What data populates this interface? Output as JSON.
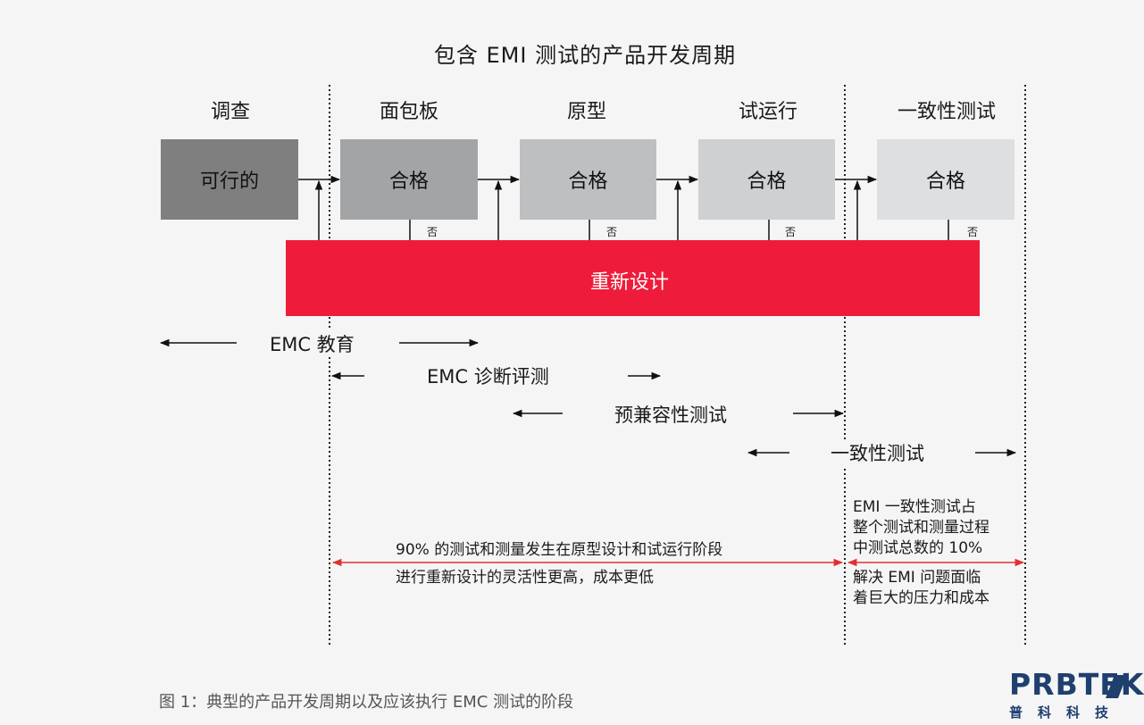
{
  "title": "包含 EMI 测试的产品开发周期",
  "stages": [
    {
      "label": "调查",
      "box_text": "可行的",
      "box_color": "#7f7f80"
    },
    {
      "label": "面包板",
      "box_text": "合格",
      "box_color": "#a3a4a6"
    },
    {
      "label": "原型",
      "box_text": "合格",
      "box_color": "#bebfc1"
    },
    {
      "label": "试运行",
      "box_text": "合格",
      "box_color": "#cfd0d2"
    },
    {
      "label": "一致性测试",
      "box_text": "合格",
      "box_color": "#dedfe1"
    }
  ],
  "no_label": "否",
  "redesign": {
    "label": "重新设计",
    "color": "#ee1c3a"
  },
  "ranges": [
    {
      "label": "EMC 教育"
    },
    {
      "label": "EMC 诊断评测"
    },
    {
      "label": "预兼容性测试"
    },
    {
      "label": "一致性测试"
    }
  ],
  "notes": {
    "left_line1": "90% 的测试和测量发生在原型设计和试运行阶段",
    "left_line2": "进行重新设计的灵活性更高，成本更低",
    "right_top_line1": "EMI 一致性测试占",
    "right_top_line2": "整个测试和测量过程",
    "right_top_line3": "中测试总数的 10%",
    "right_bottom_line1": "解决 EMI 问题面临",
    "right_bottom_line2": "着巨大的压力和成本",
    "arrow_color": "#e0312f"
  },
  "caption": "图 1：典型的产品开发周期以及应该执行 EMC 测试的阶段",
  "logo": {
    "word": "PRBTEK",
    "subtitle": "普科科技",
    "color": "#1f3f6e"
  }
}
